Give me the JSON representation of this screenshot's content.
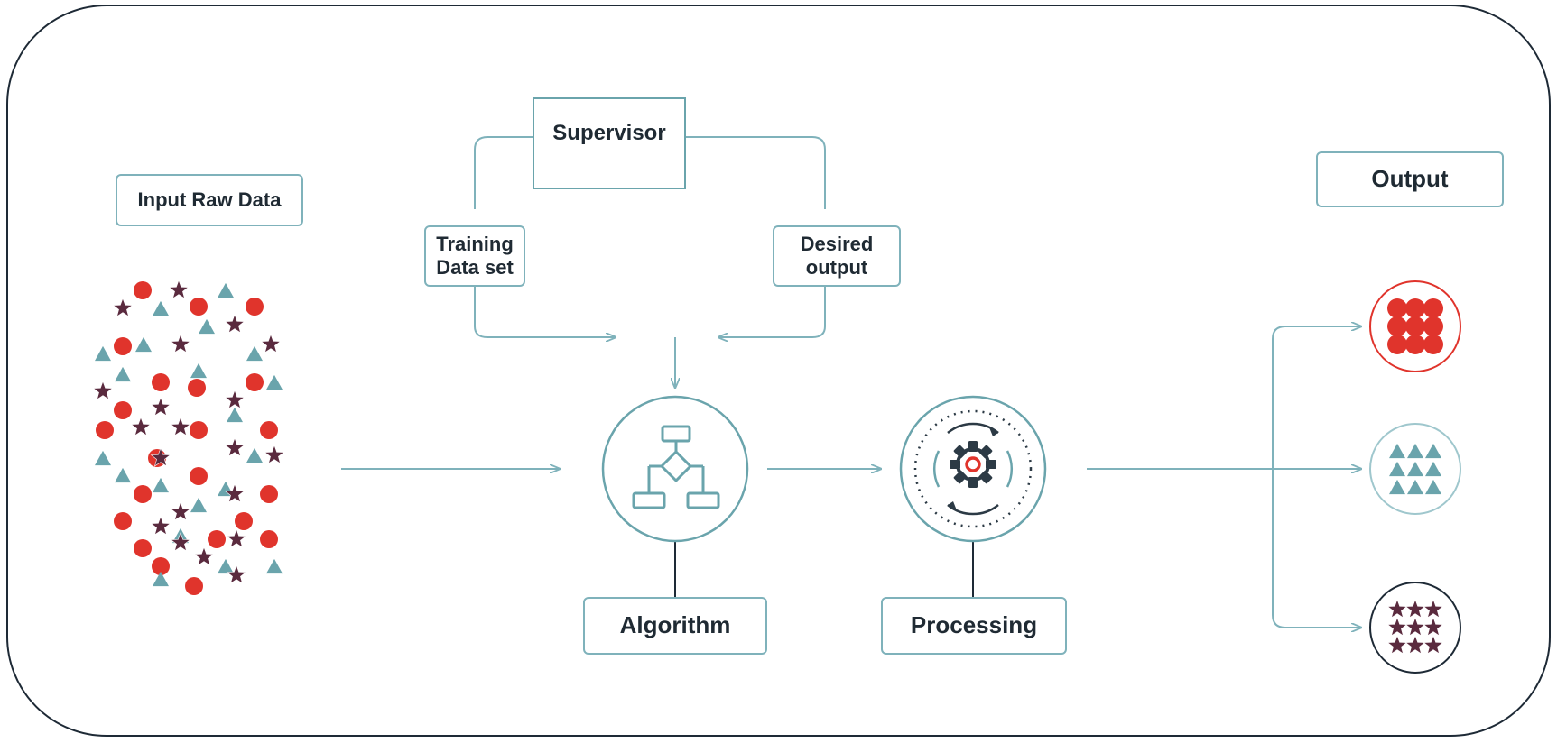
{
  "labels": {
    "input": "Input Raw Data",
    "supervisor": "Supervisor",
    "training": [
      "Training",
      "Data set"
    ],
    "desired": [
      "Desired",
      "output"
    ],
    "algorithm": "Algorithm",
    "processing": "Processing",
    "output": "Output"
  },
  "icons": {
    "algorithm": "flowchart-icon",
    "processing": "gear-cycle-icon"
  },
  "outputs": [
    {
      "name": "circles",
      "shape": "circle"
    },
    {
      "name": "triangles",
      "shape": "triangle"
    },
    {
      "name": "stars",
      "shape": "star"
    }
  ],
  "colors": {
    "frame": "#1e2a36",
    "line": "#7fb2bb",
    "red": "#e0342c",
    "teal": "#6aa4ac",
    "star": "#5a2a3e",
    "text": "#1f2a33"
  }
}
